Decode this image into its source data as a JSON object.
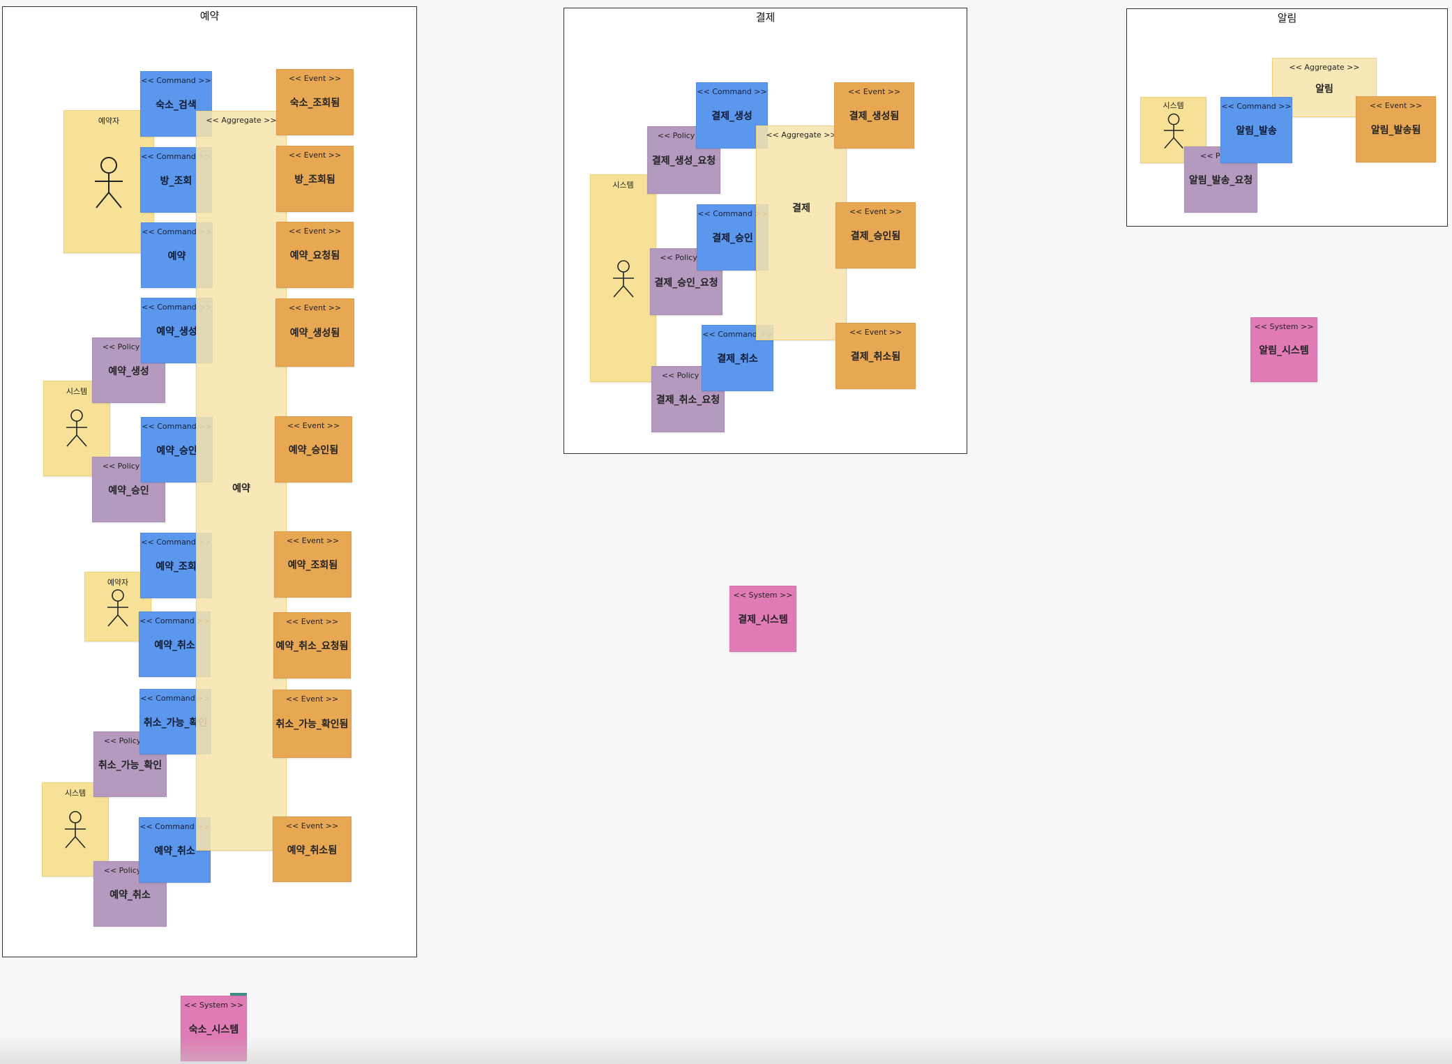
{
  "contexts": {
    "reservation": {
      "title": "예약"
    },
    "payment": {
      "title": "결제"
    },
    "notification": {
      "title": "알림"
    }
  },
  "stereotypes": {
    "command": "<< Command >>",
    "event": "<< Event >>",
    "policy": "<< Policy >>",
    "aggregate": "<< Aggregate >>",
    "system": "<< System >>"
  },
  "actors": {
    "reserver": "예약자",
    "system": "시스템"
  },
  "reservation": {
    "aggregate": "예약",
    "commands": [
      "숙소_검색",
      "방_조회",
      "예약",
      "예약_생성",
      "예약_승인",
      "예약_조회",
      "예약_취소",
      "취소_가능_확인",
      "예약_취소"
    ],
    "events": [
      "숙소_조회됨",
      "방_조회됨",
      "예약_요청됨",
      "예약_생성됨",
      "예약_승인됨",
      "예약_조회됨",
      "예약_취소_요청됨",
      "취소_가능_확인됨",
      "예약_취소됨"
    ],
    "policies": [
      "예약_생성",
      "예약_승인",
      "취소_가능_확인",
      "예약_취소"
    ]
  },
  "payment": {
    "aggregate": "결제",
    "commands": [
      "결제_생성",
      "결제_승인",
      "결제_취소"
    ],
    "events": [
      "결제_생성됨",
      "결제_승인됨",
      "결제_취소됨"
    ],
    "policies": [
      "결제_생성_요청",
      "결제_승인_요청",
      "결제_취소_요청"
    ]
  },
  "notification": {
    "aggregate": "알림",
    "command": "알림_발송",
    "event": "알림_발송됨",
    "policy": "알림_발송_요청"
  },
  "systems": {
    "lodging": "숙소_시스템",
    "payment": "결제_시스템",
    "notification": "알림_시스템"
  },
  "colors": {
    "command": "#5b97ec",
    "event": "#e8a853",
    "policy": "#b49abf",
    "system": "#e07bb5",
    "aggregate": "#f8e4aa",
    "actor": "#f5de8c"
  }
}
